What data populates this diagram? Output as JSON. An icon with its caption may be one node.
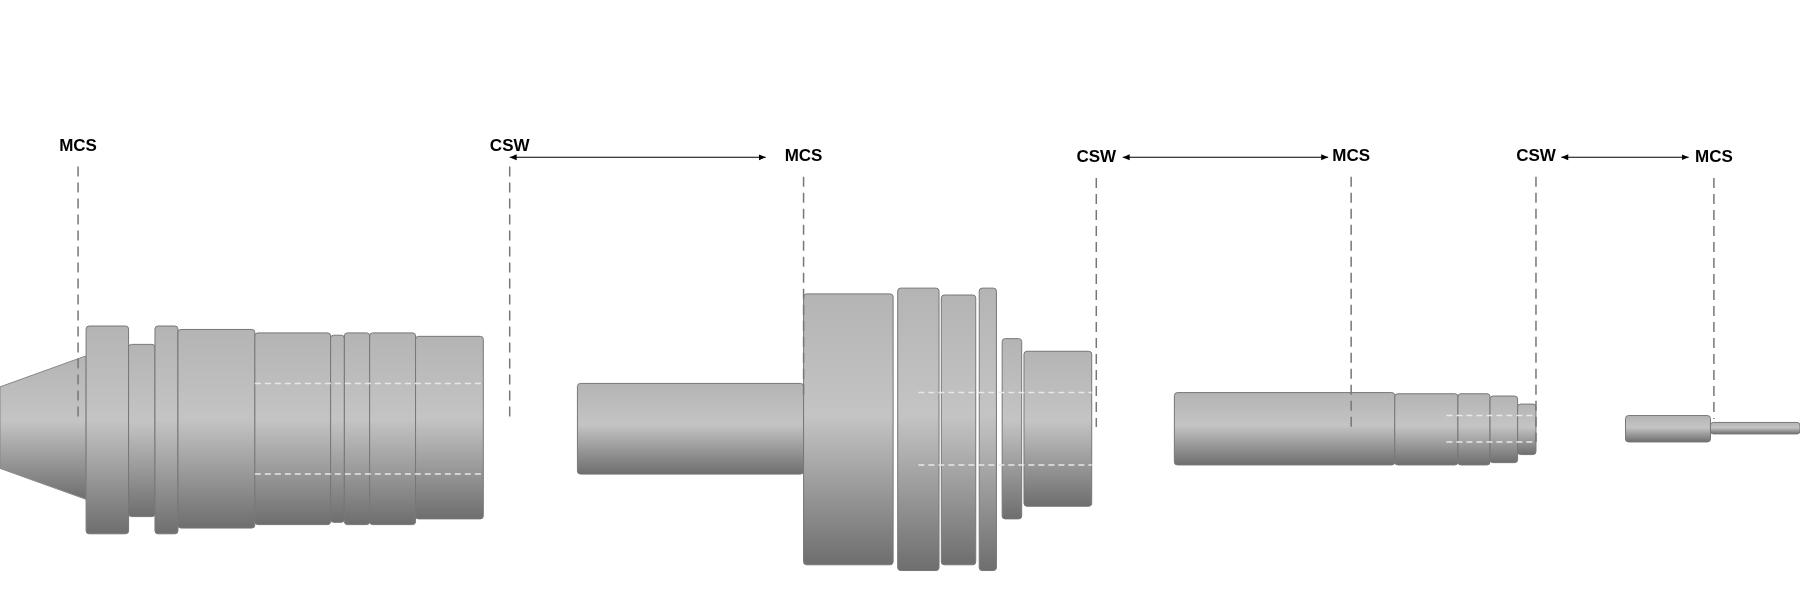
{
  "diagram": {
    "labels": [
      "MCS",
      "CSW",
      "MCS",
      "CSW",
      "MCS",
      "CSW",
      "MCS"
    ]
  }
}
